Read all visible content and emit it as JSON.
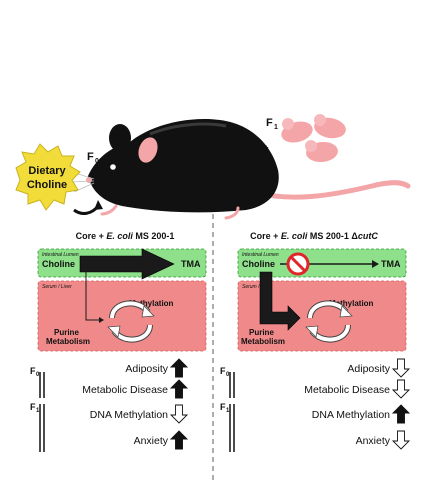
{
  "colors": {
    "lumen_green": "#8ee08a",
    "lumen_border": "#2f9a2f",
    "liver_pink": "#f08a8a",
    "liver_border": "#d85a5a",
    "mouse_black": "#111111",
    "mouse_pink": "#f4a5a8",
    "choline_yellow": "#f2dc3a",
    "no_sign_red": "#e0262b"
  },
  "top": {
    "f0_label": "F",
    "f0_sub": "0",
    "f1_label": "F",
    "f1_sub": "1",
    "dietary_line1": "Dietary",
    "dietary_line2": "Choline",
    "plus_sign": "+"
  },
  "left_panel": {
    "heading_prefix": "Core + ",
    "heading_italic": "E. coli",
    "heading_suffix": " MS 200-1",
    "lumen_label": "Intestinal Lumen",
    "choline": "Choline",
    "tma": "TMA",
    "liver_label": "Serum / Liver",
    "methylation": "Methylation",
    "purine_line1": "Purine",
    "purine_line2": "Metabolism",
    "outcomes": [
      {
        "label": "Adiposity",
        "direction": "up",
        "filled": true
      },
      {
        "label": "Metabolic Disease",
        "direction": "up",
        "filled": true
      },
      {
        "label": "DNA Methylation",
        "direction": "down",
        "filled": false
      },
      {
        "label": "Anxiety",
        "direction": "up",
        "filled": true
      }
    ],
    "gen_f0": "F",
    "gen_f0_sub": "0",
    "gen_f1": "F",
    "gen_f1_sub": "1"
  },
  "right_panel": {
    "heading_prefix": "Core + ",
    "heading_italic": "E. coli",
    "heading_suffix": " MS 200-1 Δ",
    "heading_gene": "cutC",
    "lumen_label": "Intestinal Lumen",
    "choline": "Choline",
    "tma": "TMA",
    "liver_label": "Serum / Liver",
    "methylation": "Methylation",
    "purine_line1": "Purine",
    "purine_line2": "Metabolism",
    "outcomes": [
      {
        "label": "Adiposity",
        "direction": "down",
        "filled": false
      },
      {
        "label": "Metabolic Disease",
        "direction": "down",
        "filled": false
      },
      {
        "label": "DNA Methylation",
        "direction": "up",
        "filled": true
      },
      {
        "label": "Anxiety",
        "direction": "down",
        "filled": false
      }
    ],
    "gen_f0": "F",
    "gen_f0_sub": "0",
    "gen_f1": "F",
    "gen_f1_sub": "1"
  }
}
